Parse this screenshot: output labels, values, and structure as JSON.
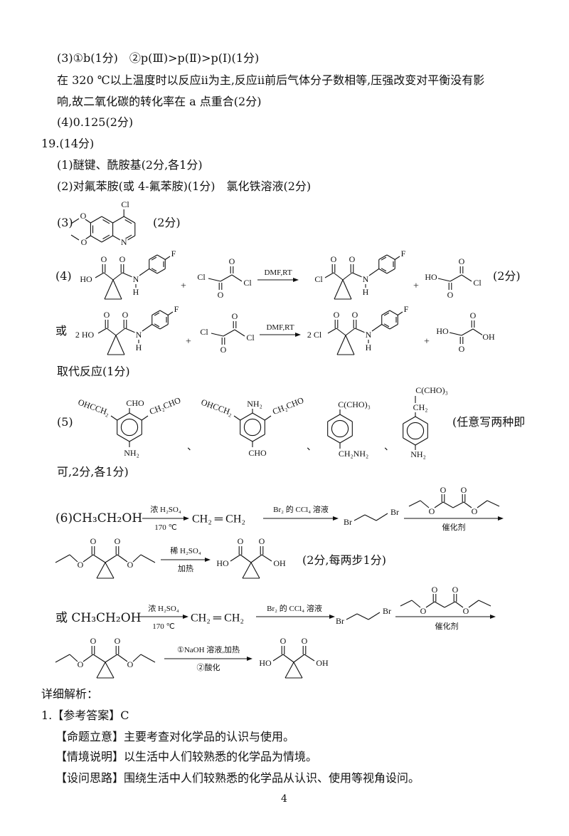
{
  "q18": {
    "part3_line": "(3)①b(1分)　②p(Ⅲ)>p(Ⅱ)>p(Ⅰ)(1分)",
    "part3_explain_1": "在 320 ℃以上温度时以反应ⅱ为主,反应ⅱ前后气体分子数相等,压强改变对平衡没有影",
    "part3_explain_2": "响,故二氧化碳的转化率在 a 点重合(2分)",
    "part4": "(4)0.125(2分)"
  },
  "q19": {
    "header": "19.(14分)",
    "part1": "(1)醚键、酰胺基(2分,各1分)",
    "part2": "(2)对氟苯胺(或 4-氟苯胺)(1分)　氯化铁溶液(2分)",
    "part3": {
      "label": "(3)",
      "score": "(2分)"
    },
    "part4": {
      "label": "(4)",
      "score": "(2分)",
      "alt_prefix": "或",
      "condition": "DMF,RT",
      "plus": "+",
      "reaction_type": "取代反应(1分)"
    },
    "part5": {
      "label": "(5)",
      "separator": "、",
      "note_1": "(任意写两种即",
      "note_2": "可,2分,各1分)"
    },
    "part6": {
      "label_start": "(6)CH₃CH₂OH",
      "alt_start": "或 CH₃CH₂OH",
      "step1_above": "浓 H₂SO₄",
      "step1_below": "170 ℃",
      "ethylene": "CH₂ ═ CH₂",
      "step2_above": "Br₂ 的 CCl₄ 溶液",
      "step3_below": "催化剂",
      "step4_above": "稀 H₂SO₄",
      "step4_below": "加热",
      "score": "(2分,每两步1分)",
      "alt_step4_above": "①NaOH 溶液,加热",
      "alt_step4_below": "②酸化"
    }
  },
  "chem_labels": {
    "O": "O",
    "HO": "HO",
    "OH": "OH",
    "H": "H",
    "N": "N",
    "F": "F",
    "Cl": "Cl",
    "two_Cl": "2 Cl",
    "two_HO": "2 HO",
    "Br": "Br",
    "CHO": "CHO",
    "OHCCH2": "OHCCH₂",
    "CH2CHO": "CH₂CHO",
    "NH2": "NH₂",
    "CCHO3": "C(CHO)₃",
    "CH2": "CH₂",
    "CH2NH2": "CH₂NH₂"
  },
  "analysis": {
    "header": "详细解析：",
    "q1_answer": "1.【参考答案】C",
    "intent": "【命题立意】主要考查对化学品的认识与使用。",
    "context": "【情境说明】以生活中人们较熟悉的化学品为情境。",
    "approach": "【设问思路】围绕生活中人们较熟悉的化学品从认识、使用等视角设问。"
  },
  "page": {
    "number": "4"
  }
}
